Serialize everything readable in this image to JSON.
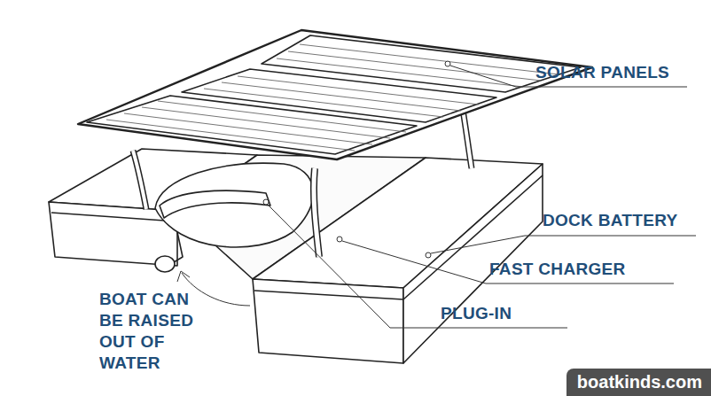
{
  "diagram": {
    "labels": [
      "SOLAR PANELS",
      "DOCK BATTERY",
      "FAST CHARGER",
      "BOAT CAN BE RAISED OUT OF WATER",
      "PLUG-IN",
      "boatkinds.com"
    ]
  }
}
